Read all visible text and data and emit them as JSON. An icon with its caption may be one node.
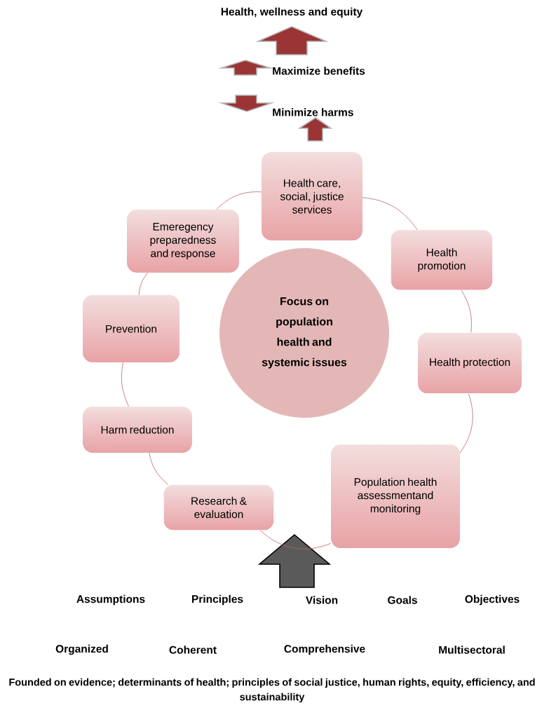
{
  "diagram": {
    "nodes": [
      {
        "text": [
          "Health care, social, justice services"
        ]
      },
      {
        "text": [
          "Health promotion"
        ]
      },
      {
        "text": [
          "Health protection"
        ]
      },
      {
        "text": [
          "Population health assessmentand monitoring"
        ]
      },
      {
        "text": [
          "Research & evaluation"
        ]
      },
      {
        "text": [
          "Harm reduction"
        ]
      },
      {
        "text": [
          "Prevention"
        ]
      },
      {
        "text": [
          "Emeregency preparedness and response"
        ]
      },
      {
        "text": [
          "Focus on population health and systemic issues"
        ]
      }
    ],
    "edges": [
      {
        "from": 0,
        "to": 1,
        "arrow": "none"
      },
      {
        "from": 1,
        "to": 2,
        "arrow": "none"
      },
      {
        "from": 2,
        "to": 3,
        "arrow": "none"
      },
      {
        "from": 3,
        "to": 4,
        "arrow": "none"
      },
      {
        "from": 4,
        "to": 5,
        "arrow": "none"
      },
      {
        "from": 5,
        "to": 6,
        "arrow": "none"
      },
      {
        "from": 6,
        "to": 7,
        "arrow": "none"
      },
      {
        "from": 7,
        "to": 0,
        "arrow": "none"
      }
    ],
    "labels": [
      "Health, wellness and equity",
      "Maximize benefits",
      "Minimize harms",
      "Assumptions",
      "Principles",
      "Vision",
      "Goals",
      "Objectives",
      "Organized",
      "Coherent",
      "Comprehensive",
      "Multisectoral",
      "Founded on evidence; determinants of health; principles of social justice, human rights, equity, efficiency, and sustainability"
    ]
  }
}
